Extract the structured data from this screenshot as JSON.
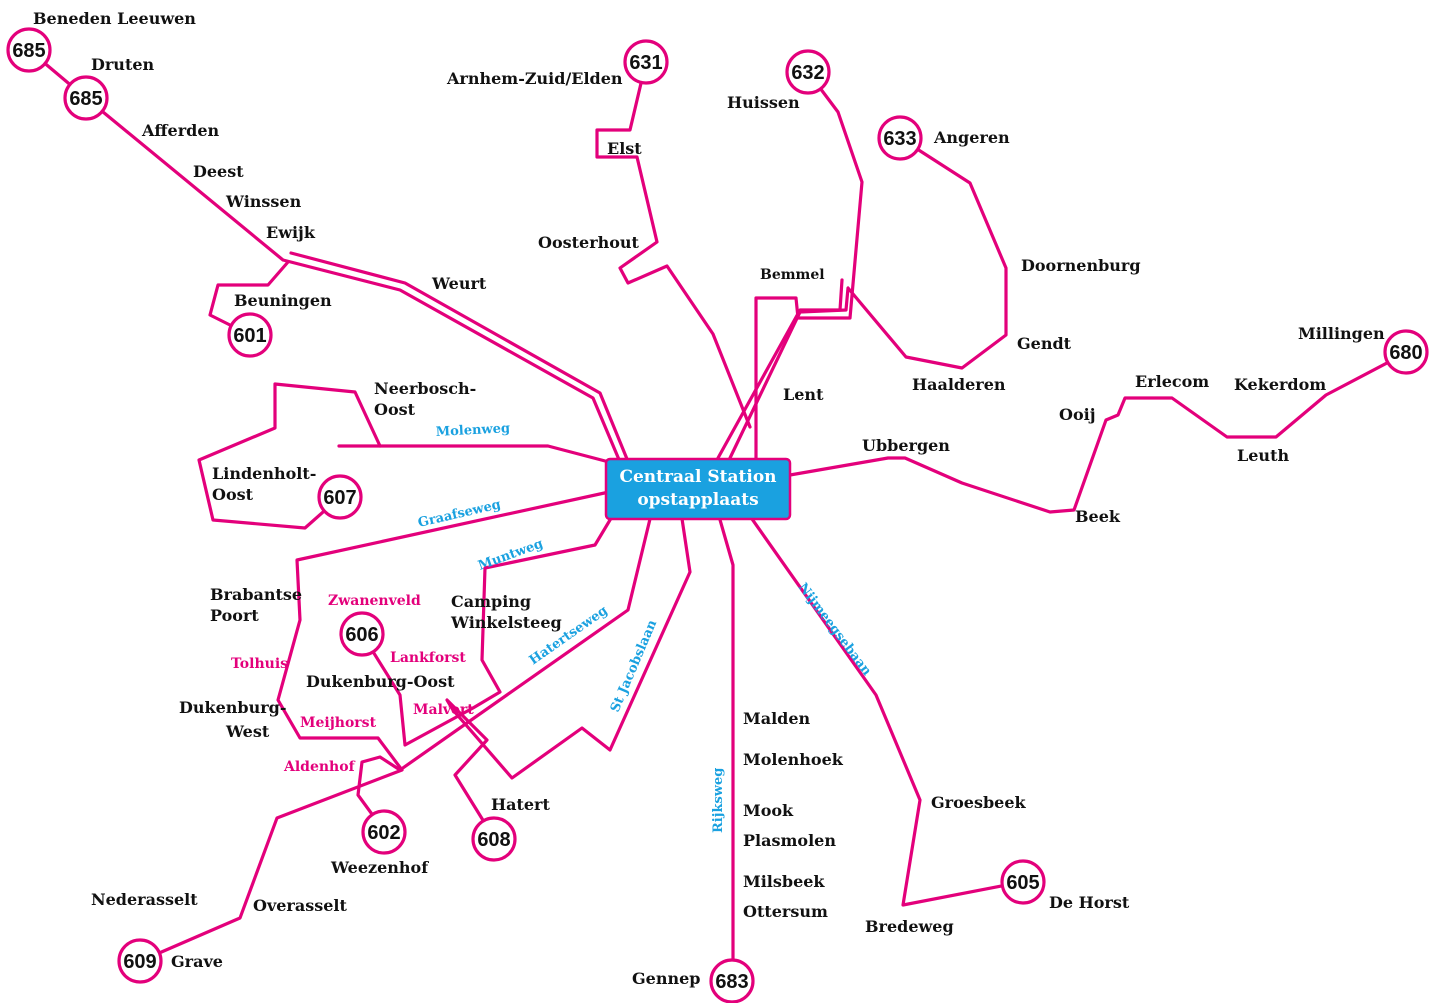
{
  "colors": {
    "route": "#e3007b",
    "street": "#1aa1e0",
    "hub": "#1aa1e0",
    "hub_text": "#ffffff",
    "text": "#111111"
  },
  "hub": {
    "line1": "Centraal Station",
    "line2": "opstapplaats"
  },
  "routes": [
    "685",
    "685",
    "631",
    "632",
    "633",
    "601",
    "607",
    "606",
    "680",
    "602",
    "608",
    "605",
    "609",
    "683"
  ],
  "places": [
    "Beneden Leeuwen",
    "Druten",
    "Afferden",
    "Deest",
    "Winssen",
    "Ewijk",
    "Weurt",
    "Beuningen",
    "Arnhem-Zuid/Elden",
    "Elst",
    "Oosterhout",
    "Huissen",
    "Angeren",
    "Doornenburg",
    "Gendt",
    "Haalderen",
    "Bemmel",
    "Lent",
    "Millingen",
    "Kekerdom",
    "Erlecom",
    "Ooij",
    "Leuth",
    "Ubbergen",
    "Beek",
    "Neerbosch-",
    "Oost",
    "Lindenholt-",
    "Oost",
    "Brabantse",
    "Poort",
    "Camping",
    "Winkelsteeg",
    "Dukenburg-Oost",
    "Dukenburg-",
    "West",
    "Hatert",
    "Weezenhof",
    "Nederasselt",
    "Overasselt",
    "Grave",
    "Malden",
    "Molenhoek",
    "Mook",
    "Plasmolen",
    "Milsbeek",
    "Ottersum",
    "Gennep",
    "Groesbeek",
    "Bredeweg",
    "De Horst"
  ],
  "streets": [
    "Molenweg",
    "Graafseweg",
    "Muntweg",
    "Hatertseweg",
    "St Jacobslaan",
    "Nijmeegsebaan",
    "Rijksweg"
  ],
  "subareas": [
    "Zwanenveld",
    "Lankforst",
    "Tolhuis",
    "Meijhorst",
    "Malvert",
    "Aldenhof"
  ]
}
